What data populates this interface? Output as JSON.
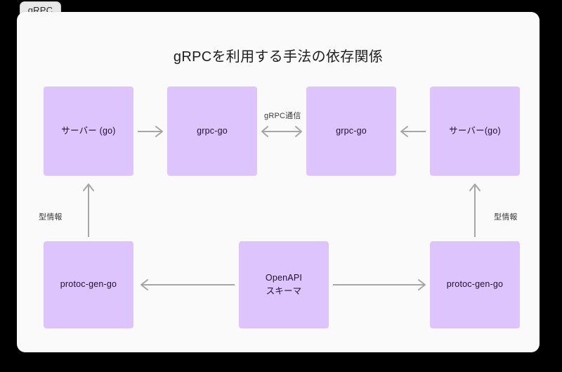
{
  "browser": {
    "tabs": [
      {
        "label": "gRPC"
      }
    ]
  },
  "diagram": {
    "title": "gRPCを利用する手法の依存関係",
    "node_fill_color": "#ddc4fd",
    "arrow_color": "#a6a6a6",
    "canvas_background": "#fafafa",
    "nodes": [
      {
        "id": "server-left",
        "label": "サーバー (go)"
      },
      {
        "id": "grpcgo-left",
        "label": "grpc-go"
      },
      {
        "id": "grpcgo-right",
        "label": "grpc-go"
      },
      {
        "id": "server-right",
        "label": "サーバー(go)"
      },
      {
        "id": "protoc-left",
        "label": "protoc-gen-go"
      },
      {
        "id": "openapi",
        "label": "OpenAPI\nスキーマ"
      },
      {
        "id": "protoc-right",
        "label": "protoc-gen-go"
      }
    ],
    "edges": [
      {
        "from": "server-left",
        "to": "grpcgo-left",
        "label": "",
        "direction": "right"
      },
      {
        "from": "grpcgo-left",
        "to": "grpcgo-right",
        "label": "gRPC通信",
        "direction": "both"
      },
      {
        "from": "server-right",
        "to": "grpcgo-right",
        "label": "",
        "direction": "left"
      },
      {
        "from": "protoc-left",
        "to": "server-left",
        "label": "型情報",
        "direction": "up"
      },
      {
        "from": "protoc-right",
        "to": "server-right",
        "label": "型情報",
        "direction": "up"
      },
      {
        "from": "openapi",
        "to": "protoc-left",
        "label": "",
        "direction": "left"
      },
      {
        "from": "openapi",
        "to": "protoc-right",
        "label": "",
        "direction": "right"
      }
    ]
  }
}
